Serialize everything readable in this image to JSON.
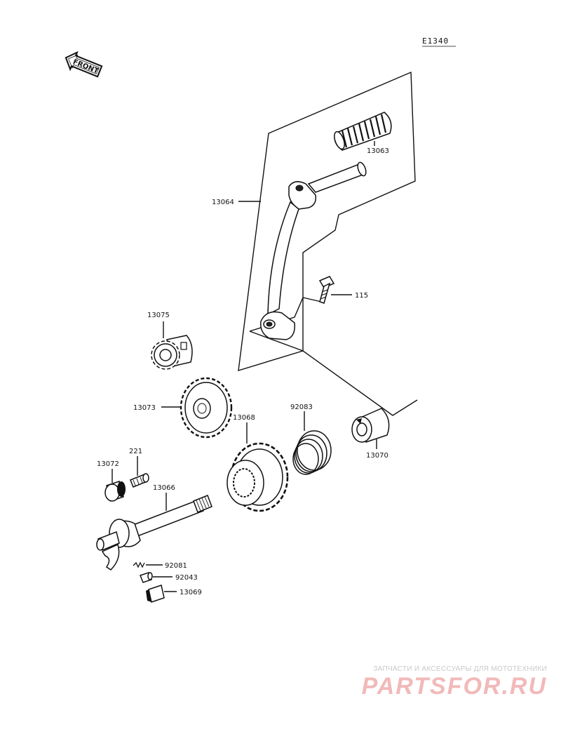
{
  "diagram_code": "E1340",
  "front_label": "FRONT",
  "parts": {
    "p13063": "13063",
    "p13064": "13064",
    "p115": "115",
    "p13075": "13075",
    "p13073": "13073",
    "p13068": "13068",
    "p92083": "92083",
    "p13070": "13070",
    "p221": "221",
    "p13072": "13072",
    "p13066": "13066",
    "p92081": "92081",
    "p92043": "92043",
    "p13069": "13069"
  },
  "watermark": {
    "tagline": "ЗАПЧАСТИ И АКСЕССУАРЫ ДЛЯ МОТОТЕХНИКИ",
    "logo": "PARTSFOR.RU"
  }
}
